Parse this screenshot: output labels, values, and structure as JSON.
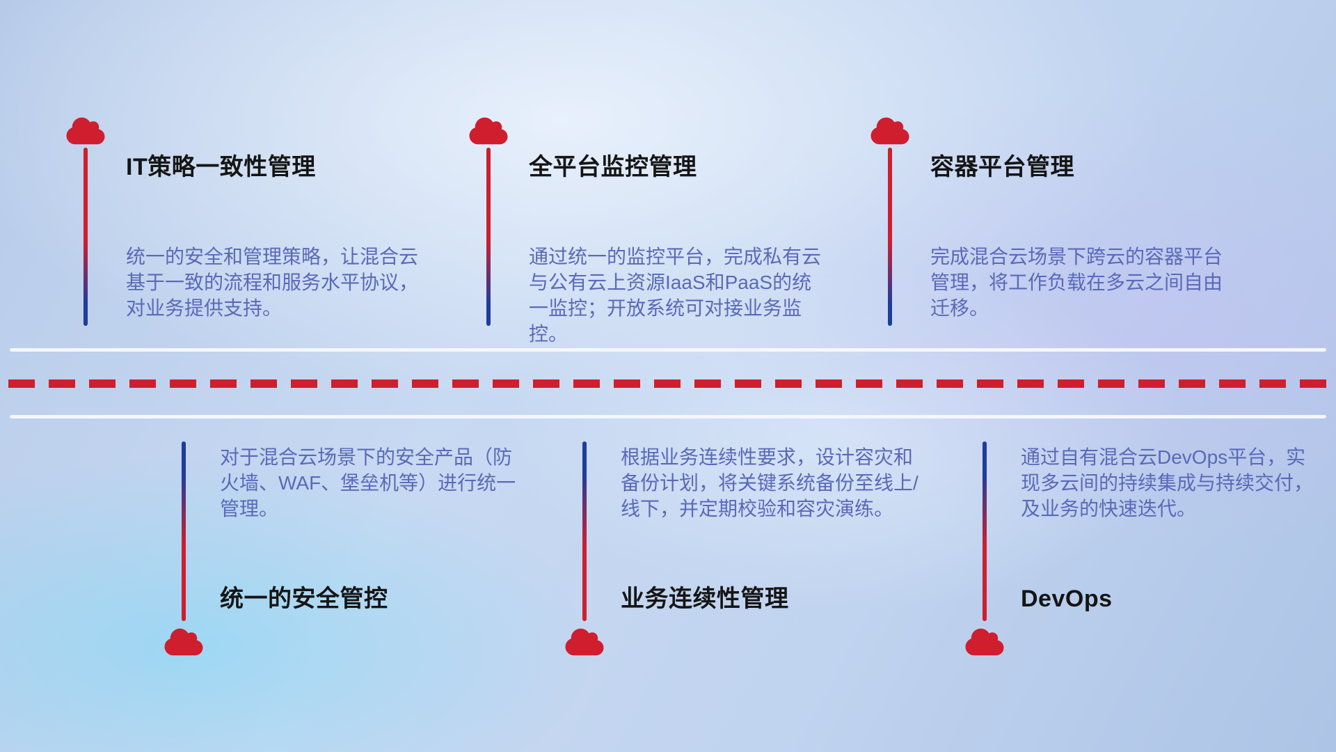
{
  "theme": {
    "accent_red": "#cf1e2e",
    "accent_blue": "#1e3d9c",
    "title_color": "#151515",
    "desc_color": "#5a69b8",
    "divider_white": "#f5f7fb"
  },
  "icons": {
    "marker": "cloud-icon"
  },
  "timeline": {
    "top_items": [
      {
        "title": "IT策略一致性管理",
        "description": "统一的安全和管理策略，让混合云基于一致的流程和服务水平协议，对业务提供支持。"
      },
      {
        "title": "全平台监控管理",
        "description": "通过统一的监控平台，完成私有云与公有云上资源IaaS和PaaS的统一监控；开放系统可对接业务监控。"
      },
      {
        "title": "容器平台管理",
        "description": "完成混合云场景下跨云的容器平台管理，将工作负载在多云之间自由迁移。"
      }
    ],
    "bottom_items": [
      {
        "title": "统一的安全管控",
        "description": "对于混合云场景下的安全产品（防火墙、WAF、堡垒机等）进行统一管理。"
      },
      {
        "title": "业务连续性管理",
        "description": "根据业务连续性要求，设计容灾和备份计划，将关键系统备份至线上/线下，并定期校验和容灾演练。"
      },
      {
        "title": "DevOps",
        "description": "通过自有混合云DevOps平台，实现多云间的持续集成与持续交付，及业务的快速迭代。"
      }
    ]
  }
}
